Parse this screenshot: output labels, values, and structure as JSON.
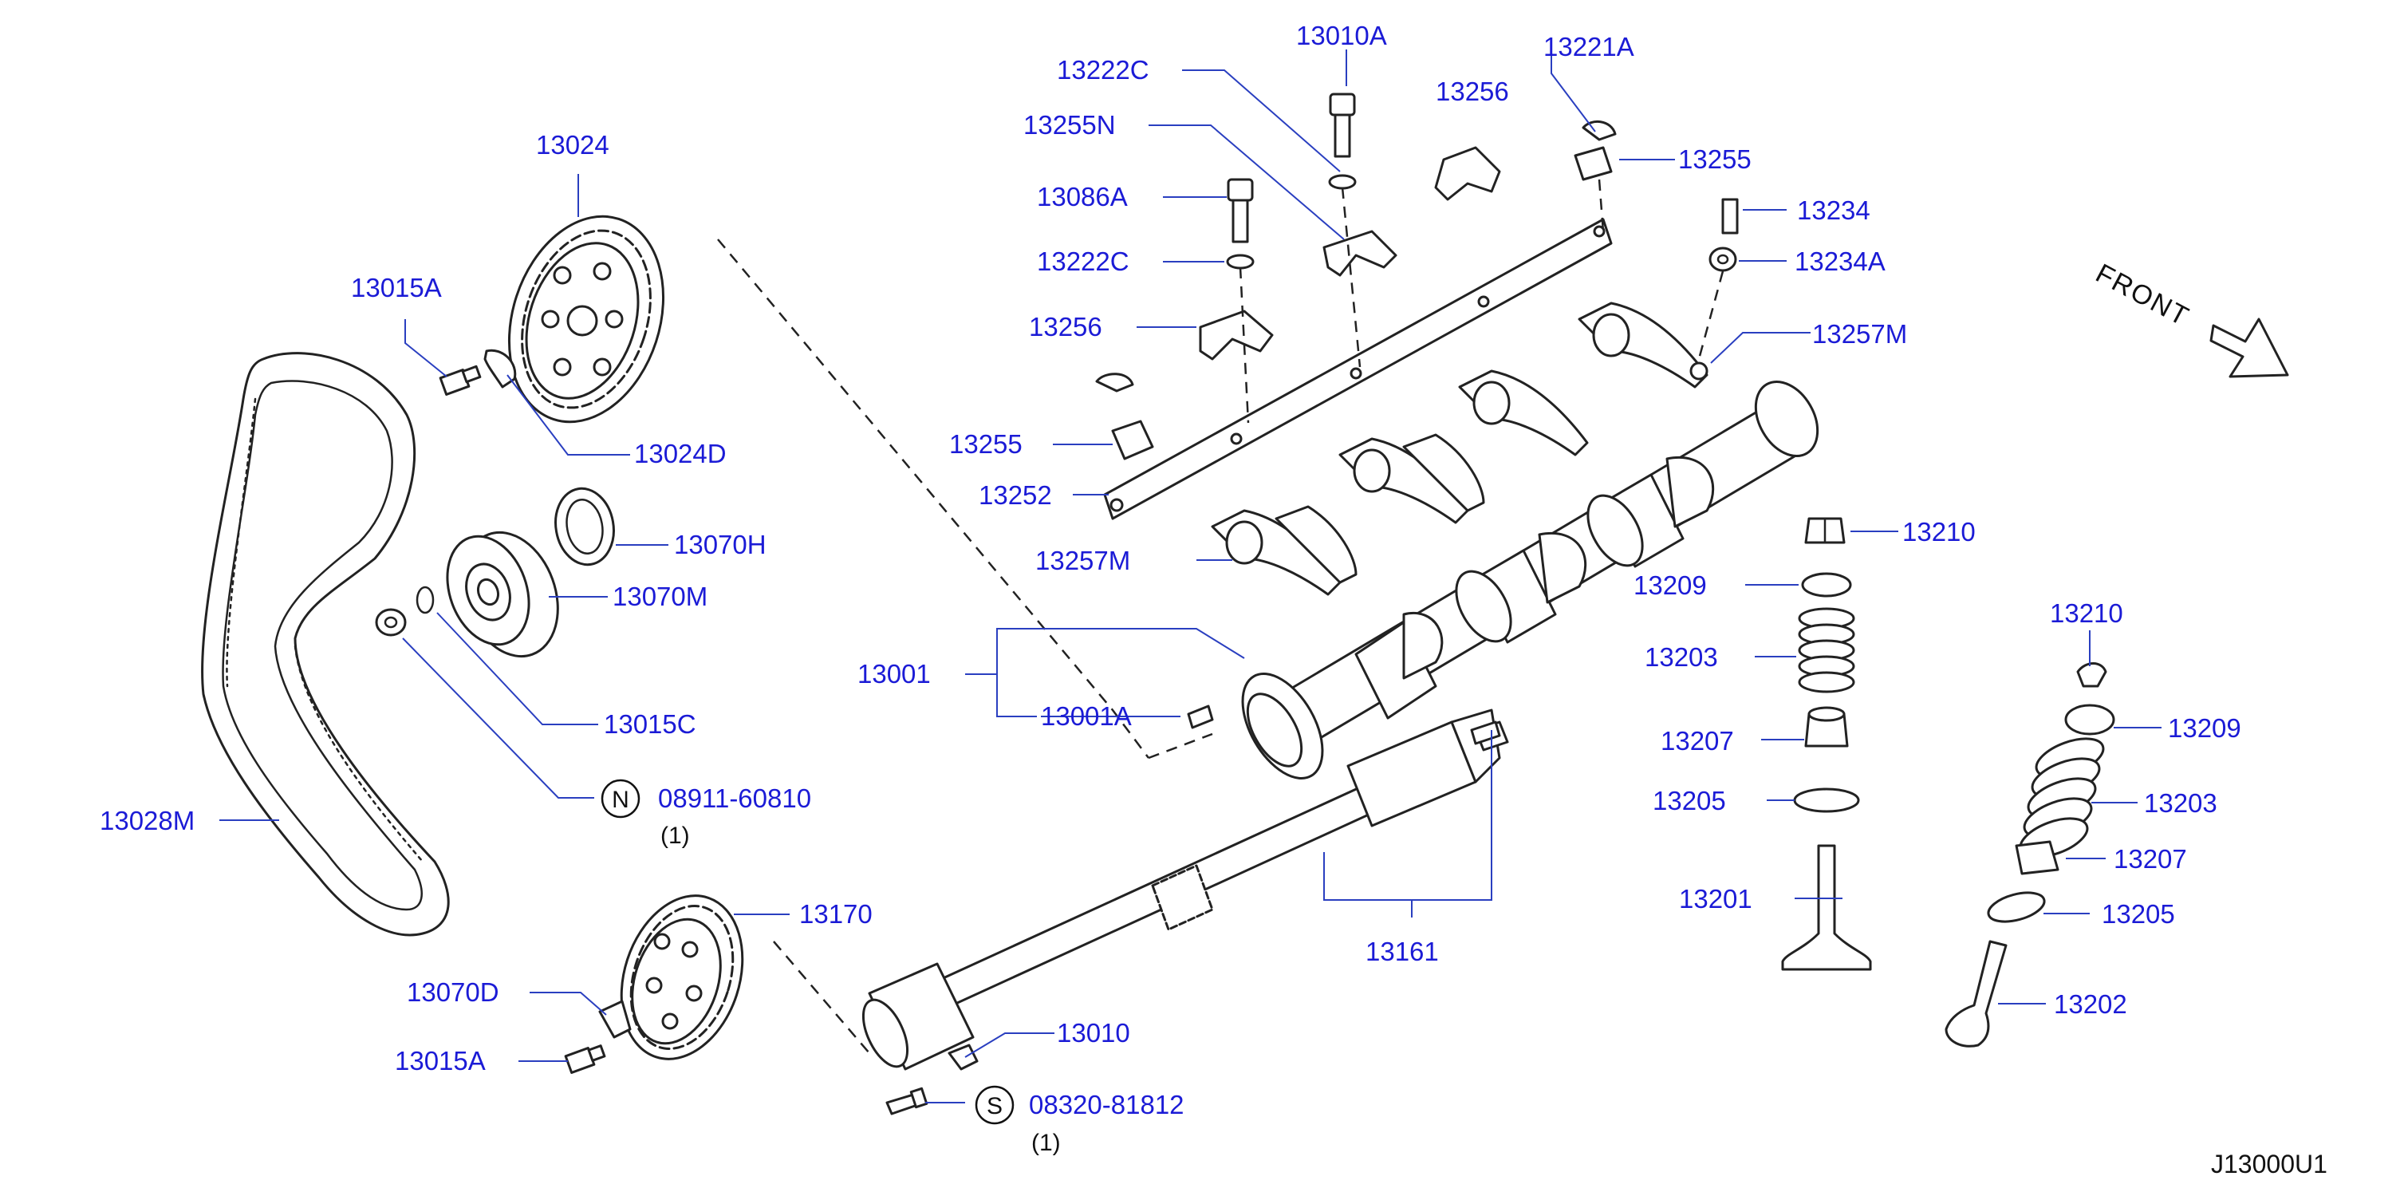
{
  "diagram_id": "J13000U1",
  "front_label": "FRONT",
  "labels": {
    "l13024": "13024",
    "l13015A_top": "13015A",
    "l13024D": "13024D",
    "l13070H": "13070H",
    "l13070M": "13070M",
    "l13015C": "13015C",
    "l08911": "08911-60810",
    "l08911_qty": "(1)",
    "l13028M": "13028M",
    "l13170": "13170",
    "l13070D": "13070D",
    "l13015A_bot": "13015A",
    "l13010": "13010",
    "l08320": "08320-81812",
    "l08320_qty": "(1)",
    "l13161": "13161",
    "l13001": "13001",
    "l13001A": "13001A",
    "l13222C_top": "13222C",
    "l13010A": "13010A",
    "l13256_top": "13256",
    "l13221A": "13221A",
    "l13255N": "13255N",
    "l13255_right": "13255",
    "l13086A": "13086A",
    "l13234": "13234",
    "l13222C_mid": "13222C",
    "l13234A": "13234A",
    "l13256_left": "13256",
    "l13257M_right": "13257M",
    "l13255_left": "13255",
    "l13252": "13252",
    "l13257M_left": "13257M",
    "l13210_a": "13210",
    "l13209_a": "13209",
    "l13203_a": "13203",
    "l13207_a": "13207",
    "l13205_a": "13205",
    "l13201": "13201",
    "l13210_b": "13210",
    "l13209_b": "13209",
    "l13203_b": "13203",
    "l13207_b": "13207",
    "l13205_b": "13205",
    "l13202": "13202"
  },
  "symbols": {
    "n_symbol": "N",
    "s_symbol": "S"
  }
}
